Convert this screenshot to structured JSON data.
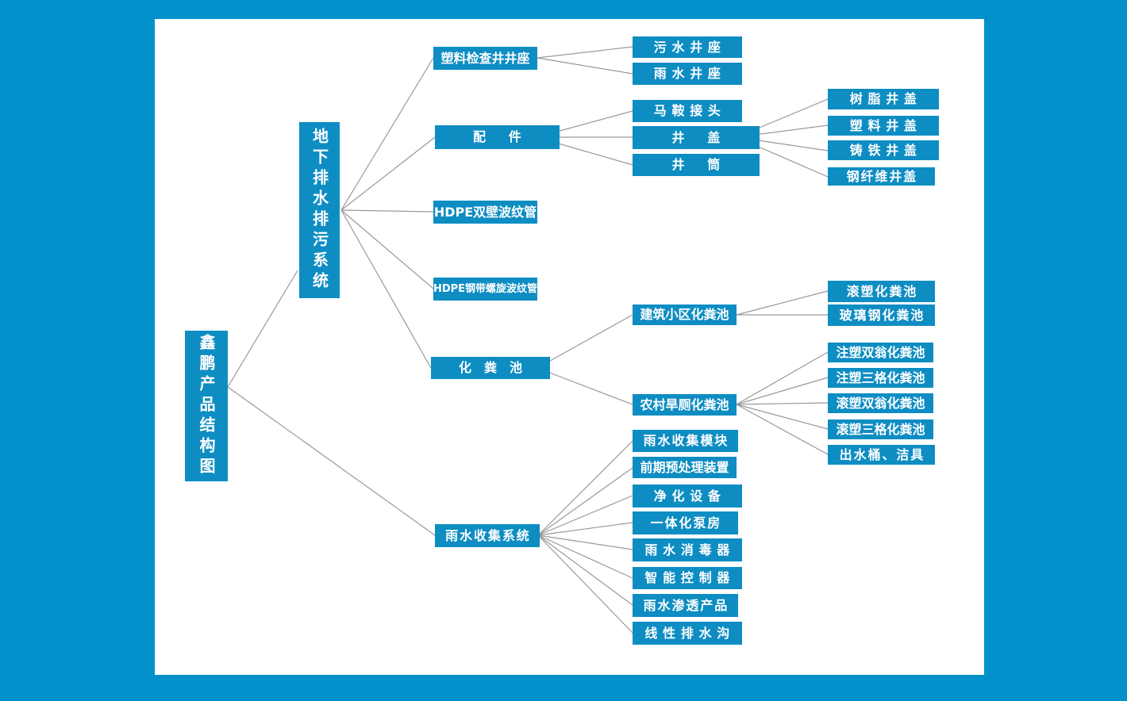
{
  "page": {
    "background_color": "#0091CB",
    "panel_color": "#FFFFFF",
    "node_color": "#0E8DC3",
    "node_text_color": "#FFFFFF",
    "connector_color": "#999999"
  },
  "diagram": {
    "tree": {
      "label": "鑫鹏产品结构图",
      "children": [
        {
          "label": "地下排水排污系统",
          "children": [
            {
              "label": "塑料检查井井座",
              "children": [
                {
                  "label": "污水井座"
                },
                {
                  "label": "雨水井座"
                }
              ]
            },
            {
              "label": "配件",
              "children": [
                {
                  "label": "马鞍接头"
                },
                {
                  "label": "井盖",
                  "children": [
                    {
                      "label": "树脂井盖"
                    },
                    {
                      "label": "塑料井盖"
                    },
                    {
                      "label": "铸铁井盖"
                    },
                    {
                      "label": "钢纤维井盖"
                    }
                  ]
                },
                {
                  "label": "井筒"
                }
              ]
            },
            {
              "label": "HDPE双壁波纹管"
            },
            {
              "label": "HDPE钢带螺旋波纹管"
            },
            {
              "label": "化粪池",
              "children": [
                {
                  "label": "建筑小区化粪池",
                  "children": [
                    {
                      "label": "滚塑化粪池"
                    },
                    {
                      "label": "玻璃钢化粪池"
                    }
                  ]
                },
                {
                  "label": "农村旱厕化粪池",
                  "children": [
                    {
                      "label": "注塑双翁化粪池"
                    },
                    {
                      "label": "注塑三格化粪池"
                    },
                    {
                      "label": "滚塑双翁化粪池"
                    },
                    {
                      "label": "滚塑三格化粪池"
                    },
                    {
                      "label": "出水桶、洁具"
                    }
                  ]
                }
              ]
            }
          ]
        },
        {
          "label": "雨水收集系统",
          "children": [
            {
              "label": "雨水收集模块"
            },
            {
              "label": "前期预处理装置"
            },
            {
              "label": "净化设备"
            },
            {
              "label": "一体化泵房"
            },
            {
              "label": "雨水消毒器"
            },
            {
              "label": "智能控制器"
            },
            {
              "label": "雨水渗透产品"
            },
            {
              "label": "线性排水沟"
            }
          ]
        }
      ]
    }
  }
}
